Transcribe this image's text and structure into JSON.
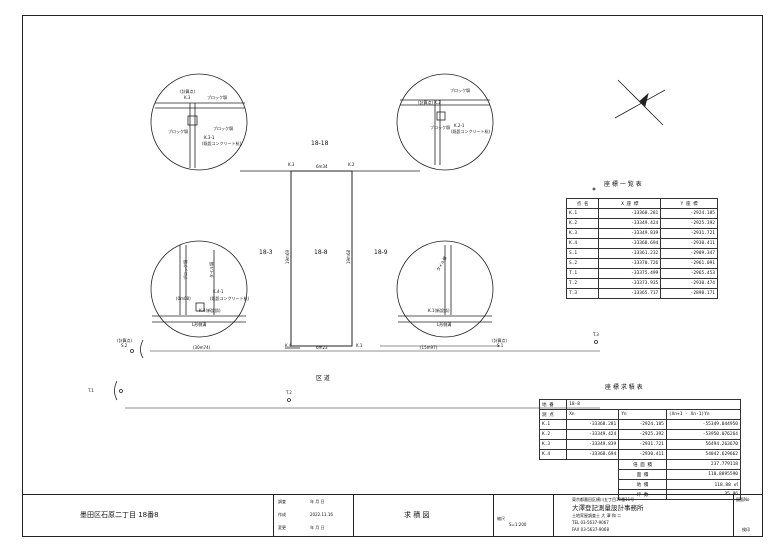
{
  "parcels": {
    "north": "18-18",
    "west": "18-3",
    "center": "18-8",
    "east": "18-9",
    "road": "区 道"
  },
  "points": {
    "k1": "K.1",
    "k2": "K.2",
    "k3": "K.3",
    "k4": "K.4",
    "s1": "S.1",
    "s2": "S.2",
    "s1_note": "(計算点)",
    "s2_note": "(計算点)",
    "t1": "T.1",
    "t2": "T.2",
    "t3": "T.3"
  },
  "dims": {
    "top": "6m34",
    "bottom": "6m23",
    "left": "19m69",
    "right": "19m68",
    "bl": "(30m74)",
    "br": "(15m97)"
  },
  "details": {
    "tl_calc": "(計算点)",
    "tl_pt": "K.3",
    "tl_block": "ブロック塀",
    "tl_block2": "ブロック塀",
    "tl_block3": "ブロック塀",
    "tl_k31": "K.3-1",
    "tl_k31_note": "(既設コンクリート杭)",
    "tr_calc": "(計算点) K.2",
    "tr_block": "ブロック塀",
    "tr_block2": "ブロック塀",
    "tr_k21": "K.2-1",
    "tr_k21_note": "(既設コンクリート杭)",
    "bl_block": "ブロック塀",
    "bl_tile": "タイル塀",
    "bl_k41": "K.4-1",
    "bl_k41_note": "(既設コンクリート杭)",
    "bl_k4": "K.4(新設鋲)",
    "bl_ls": "L形側溝",
    "bl_dim": "(0m08)",
    "br_tile": "タイル塀",
    "br_ls": "L形側溝",
    "br_k1": "K.1(新設鋲)"
  },
  "coord_table": {
    "title": "座 標 一 覧 表",
    "headers": [
      "点 名",
      "X 座 標",
      "Y 座 標"
    ],
    "rows": [
      [
        "K.1",
        "-33368.281",
        "-2924.185"
      ],
      [
        "K.2",
        "-33349.424",
        "-2925.392"
      ],
      [
        "K.3",
        "-33349.839",
        "-2931.721"
      ],
      [
        "K.4",
        "-33368.694",
        "-2930.411"
      ],
      [
        "S.1",
        "-33361.232",
        "-2909.347"
      ],
      [
        "S.2",
        "-33370.726",
        "-2961.091"
      ],
      [
        "T.1",
        "-33375.499",
        "-2965.453"
      ],
      [
        "T.2",
        "-33373.935",
        "-2930.474"
      ],
      [
        "T.3",
        "-33365.717",
        "-2898.171"
      ]
    ]
  },
  "area_table": {
    "title": "座 標 求 積 表",
    "lot_label": "地 番",
    "lot_value": "18-8",
    "headers": [
      "測 点",
      "Xn",
      "Yn",
      "(Xn+1 - Xn-1)Yn"
    ],
    "rows": [
      [
        "K.1",
        "-33368.281",
        "-2924.185",
        "-55349.044950"
      ],
      [
        "K.2",
        "-33349.424",
        "-2925.392",
        "-53950.076264"
      ],
      [
        "K.3",
        "-33349.839",
        "-2931.721",
        "56494.263670"
      ],
      [
        "K.4",
        "-33368.694",
        "-2930.411",
        "54042.629662"
      ]
    ],
    "summary": [
      [
        "倍 面 積",
        "237.779118"
      ],
      [
        "面 積",
        "118.8895590"
      ],
      [
        "地 積",
        "118.88 ㎡"
      ],
      [
        "坪 数",
        "35.96"
      ]
    ]
  },
  "title_block": {
    "location": "墨田区石原二丁目 18番8",
    "survey_label": "調査",
    "survey_date": "年 月 日",
    "create_label": "作成",
    "create_date": "2022.11.16",
    "revise_label": "変更",
    "revise_date": "年 月 日",
    "drawing_title": "求 積 図",
    "scale_label": "縮尺",
    "scale": "S=1:200",
    "office_address": "東京都墨田区横川五丁目10番11号",
    "office_name": "大澤登記測量設計事務所",
    "surveyor": "土地家屋調査士 大 澤 和 二",
    "tel": "TEL 03-5637-9067",
    "fax": "FAX 03-5637-9068",
    "corner": "図面No",
    "seal": "検印"
  }
}
